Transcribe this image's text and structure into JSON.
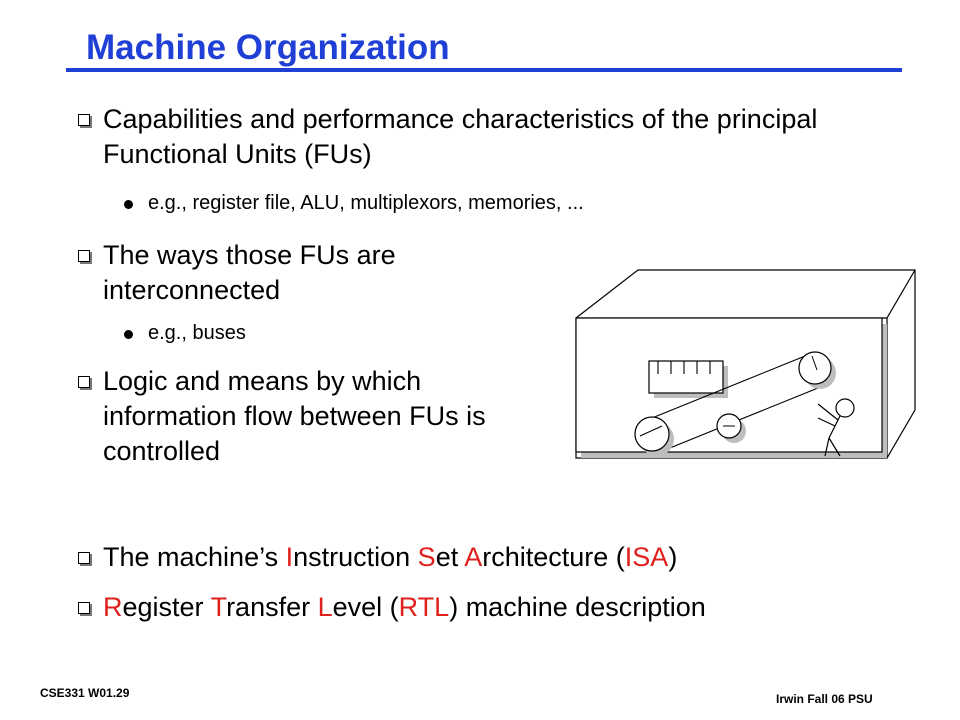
{
  "slide": {
    "title": "Machine Organization"
  },
  "bullets": [
    {
      "text": "Capabilities and performance characteristics of the principal Functional Units (FUs)"
    },
    {
      "text": "The ways those FUs are interconnected"
    },
    {
      "text": "Logic and means by which information flow between FUs is controlled"
    }
  ],
  "subbullets": [
    {
      "text": "e.g., register file, ALU, multiplexors, memories, ..."
    },
    {
      "text": "e.g., buses"
    }
  ],
  "isa_bullet": {
    "part1": "The machine’s ",
    "i": "I",
    "part2": "nstruction ",
    "s": "S",
    "part3": "et ",
    "a": "A",
    "part4": "rchitecture (",
    "abbr": "ISA",
    "part5": ")"
  },
  "rtl_bullet": {
    "r": "R",
    "part1": "egister ",
    "t": "T",
    "part2": "ransfer ",
    "l": "L",
    "part3": "evel  (",
    "abbr": "RTL",
    "part4": ") machine description"
  },
  "footer": {
    "left": "CSE331  W01.29",
    "right": "Irwin Fall 06  PSU"
  },
  "colors": {
    "title": "#1f3fd6",
    "highlight": "#e0201c"
  }
}
